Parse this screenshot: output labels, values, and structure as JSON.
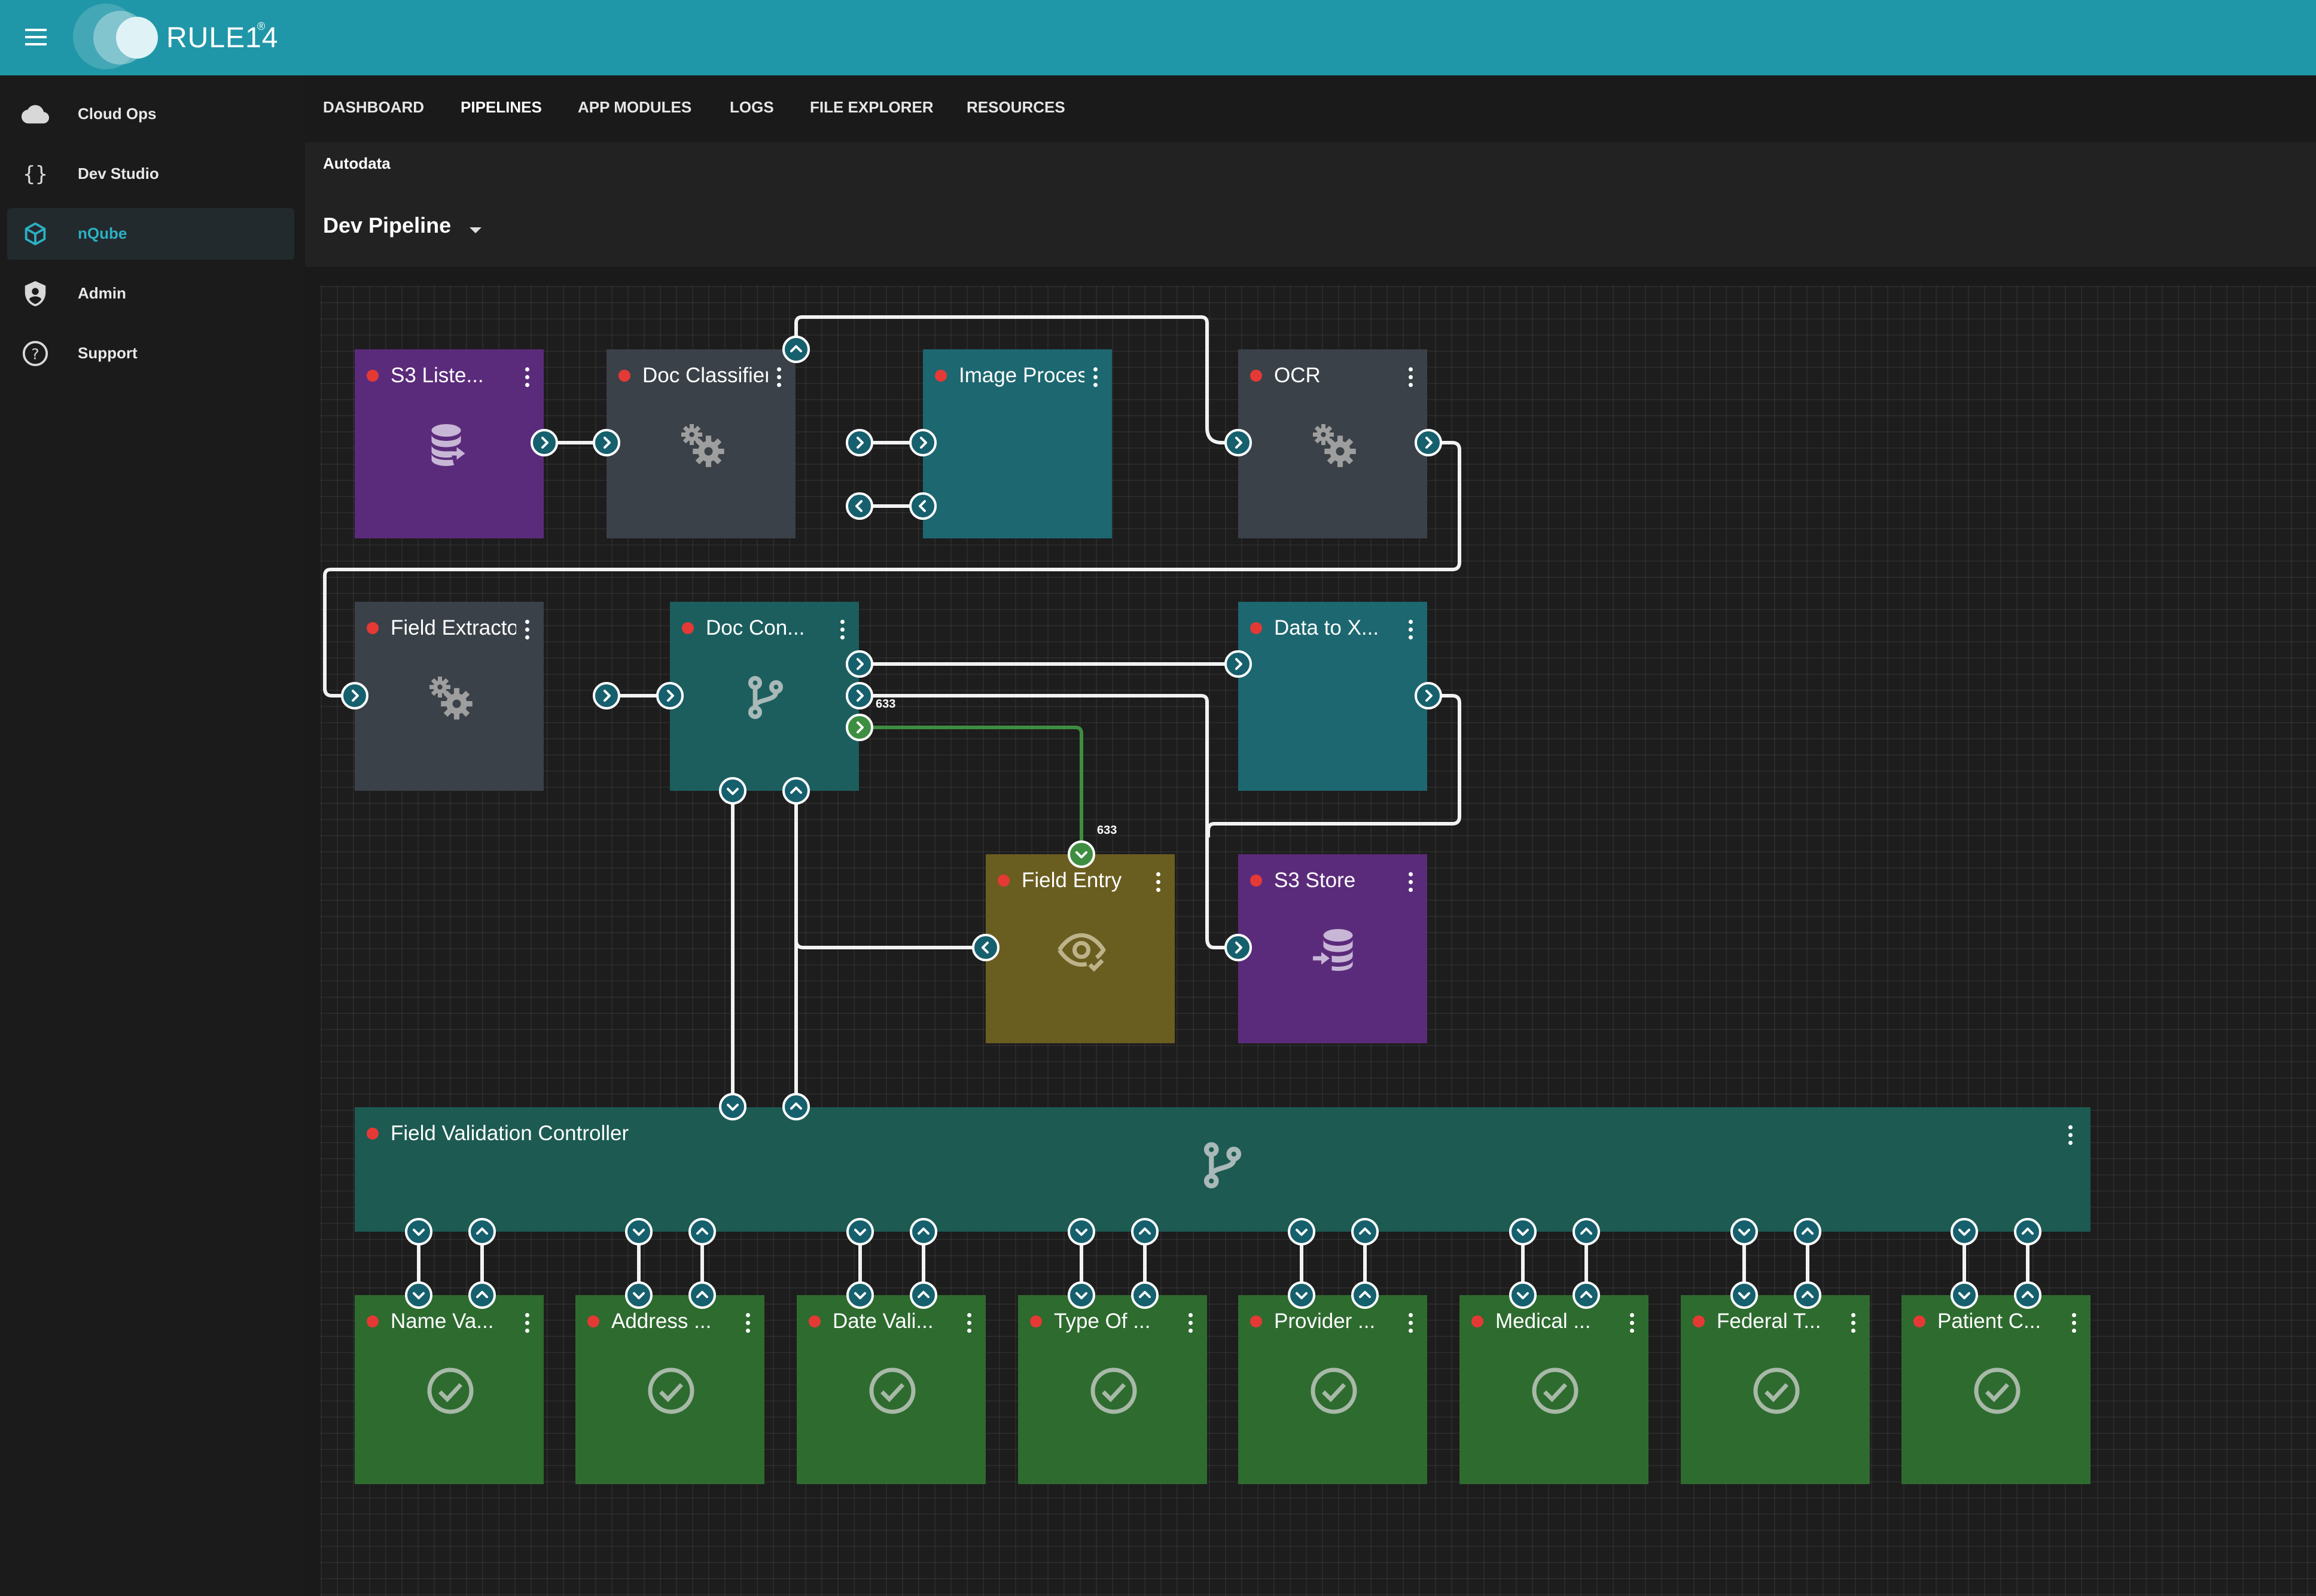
{
  "app": {
    "logo_text": "RULE14",
    "logo_mark": "®"
  },
  "sidebar": {
    "items": [
      {
        "label": "Cloud Ops",
        "icon": "cloud-icon",
        "active": false
      },
      {
        "label": "Dev Studio",
        "icon": "curly-braces-icon",
        "active": false
      },
      {
        "label": "nQube",
        "icon": "cube-icon",
        "active": true
      },
      {
        "label": "Admin",
        "icon": "shield-icon",
        "active": false
      },
      {
        "label": "Support",
        "icon": "help-circle-icon",
        "active": false
      }
    ]
  },
  "tabs": [
    "DASHBOARD",
    "PIPELINES",
    "APP MODULES",
    "LOGS",
    "FILE EXPLORER",
    "RESOURCES"
  ],
  "active_tab": "PIPELINES",
  "breadcrumb": "Autodata",
  "pipeline": {
    "selected": "Dev Pipeline"
  },
  "colors": {
    "topbar": "#2097a8",
    "accent": "#2cb0c4",
    "status_dot": "#e53935",
    "port": "#16606e",
    "active_link": "#3e8e41"
  },
  "nodes": {
    "s3_listener": {
      "title": "S3 Liste...",
      "icon": "database-import-icon"
    },
    "doc_classifier": {
      "title": "Doc Classifier",
      "icon": "gears-icon"
    },
    "image_processor": {
      "title": "Image Processor",
      "icon": ""
    },
    "ocr": {
      "title": "OCR",
      "icon": "gears-icon"
    },
    "field_extractor": {
      "title": "Field Extractor",
      "icon": "gears-icon"
    },
    "doc_controller": {
      "title": "Doc Con...",
      "icon": "source-branch-icon"
    },
    "data_to_x": {
      "title": "Data to X...",
      "icon": ""
    },
    "field_entry": {
      "title": "Field Entry",
      "icon": "eye-check-icon"
    },
    "s3_store": {
      "title": "S3 Store",
      "icon": "database-export-icon"
    },
    "field_validation_controller": {
      "title": "Field Validation Controller",
      "icon": "source-branch-icon"
    }
  },
  "validators": [
    {
      "title": "Name Va...",
      "icon": "check-circle-icon"
    },
    {
      "title": "Address ...",
      "icon": "check-circle-icon"
    },
    {
      "title": "Date Vali...",
      "icon": "check-circle-icon"
    },
    {
      "title": "Type Of ...",
      "icon": "check-circle-icon"
    },
    {
      "title": "Provider ...",
      "icon": "check-circle-icon"
    },
    {
      "title": "Medical ...",
      "icon": "check-circle-icon"
    },
    {
      "title": "Federal T...",
      "icon": "check-circle-icon"
    },
    {
      "title": "Patient C...",
      "icon": "check-circle-icon"
    }
  ],
  "link_badges": {
    "doc_controller_out": "633",
    "field_entry_in": "633"
  }
}
